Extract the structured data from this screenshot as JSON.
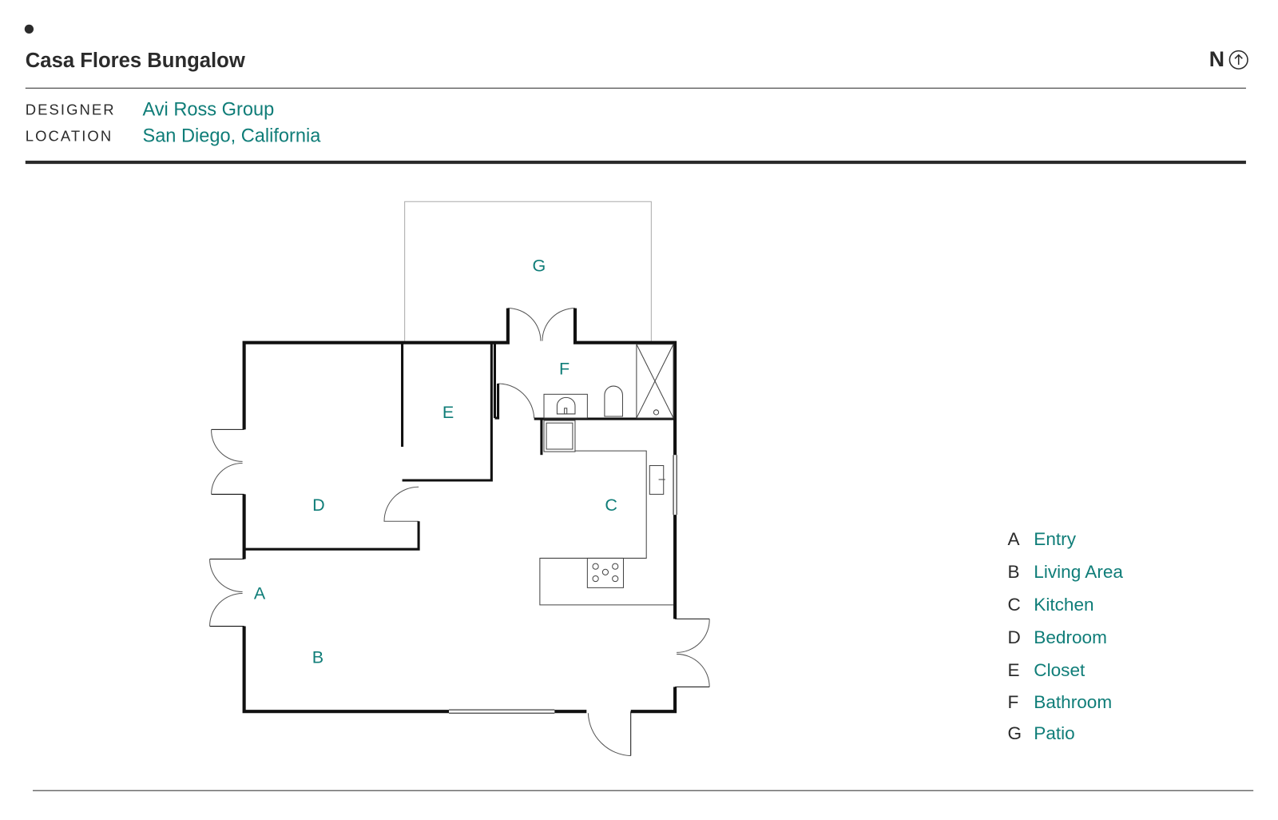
{
  "header": {
    "title": "Casa Flores Bungalow",
    "north_label": "N",
    "compass_icon": "north-arrow-icon"
  },
  "meta": {
    "designer_label": "DESIGNER",
    "designer": "Avi Ross Group",
    "location_label": "LOCATION",
    "location": "San Diego, California"
  },
  "colors": {
    "accent": "#0f7d78",
    "text": "#2b2b2b"
  },
  "plan": {
    "rooms": {
      "A": "A",
      "B": "B",
      "C": "C",
      "D": "D",
      "E": "E",
      "F": "F",
      "G": "G"
    }
  },
  "legend": [
    {
      "key": "A",
      "label": "Entry"
    },
    {
      "key": "B",
      "label": "Living Area"
    },
    {
      "key": "C",
      "label": "Kitchen"
    },
    {
      "key": "D",
      "label": "Bedroom"
    },
    {
      "key": "E",
      "label": "Closet"
    },
    {
      "key": "F",
      "label": "Bathroom"
    },
    {
      "key": "G",
      "label": "Patio"
    }
  ]
}
